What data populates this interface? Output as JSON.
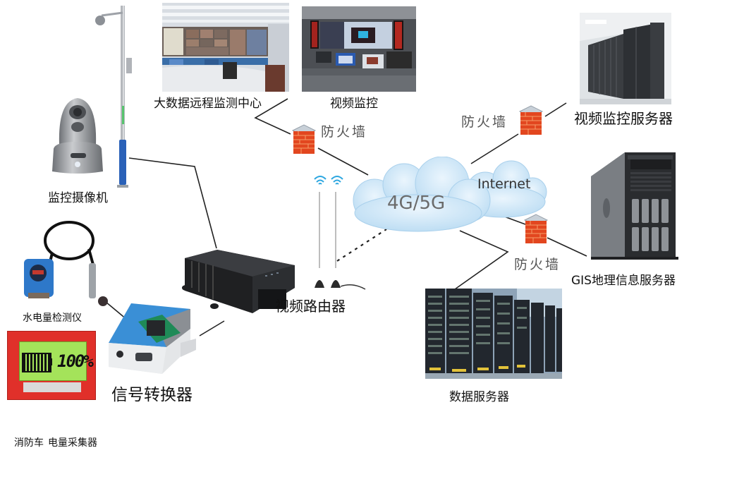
{
  "diagram": {
    "nodes": {
      "camera": {
        "label": "监控摄像机"
      },
      "bigdata_center": {
        "label": "大数据远程监测中心"
      },
      "video_monitor": {
        "label": "视频监控"
      },
      "video_server": {
        "label": "视频监控服务器"
      },
      "gis_server": {
        "label": "GIS地理信息服务器"
      },
      "data_server": {
        "label": "数据服务器"
      },
      "video_router": {
        "label": "视频路由器"
      },
      "signal_converter": {
        "label": "信号转换器"
      },
      "meter": {
        "label": "水电量检测仪"
      },
      "power_collector": {
        "display": "100%"
      }
    },
    "network": {
      "mobile_label": "4G/5G",
      "internet_label": "Internet"
    },
    "firewalls": [
      {
        "label": "防火墙"
      },
      {
        "label": "防火墙"
      },
      {
        "label": "防火墙"
      }
    ],
    "footer": {
      "caption_1": "消防车",
      "caption_2": "电量采集器"
    },
    "colors": {
      "cloud": "#cfe6f7",
      "cloud_edge": "#9ccbea",
      "brick": "#e2461f",
      "brick_light": "#f48a3a",
      "wifi": "#2ca6e0",
      "lcd_frame": "#e0302a",
      "lcd_screen": "#a4e35a",
      "pole_blue": "#2a61b8"
    }
  }
}
